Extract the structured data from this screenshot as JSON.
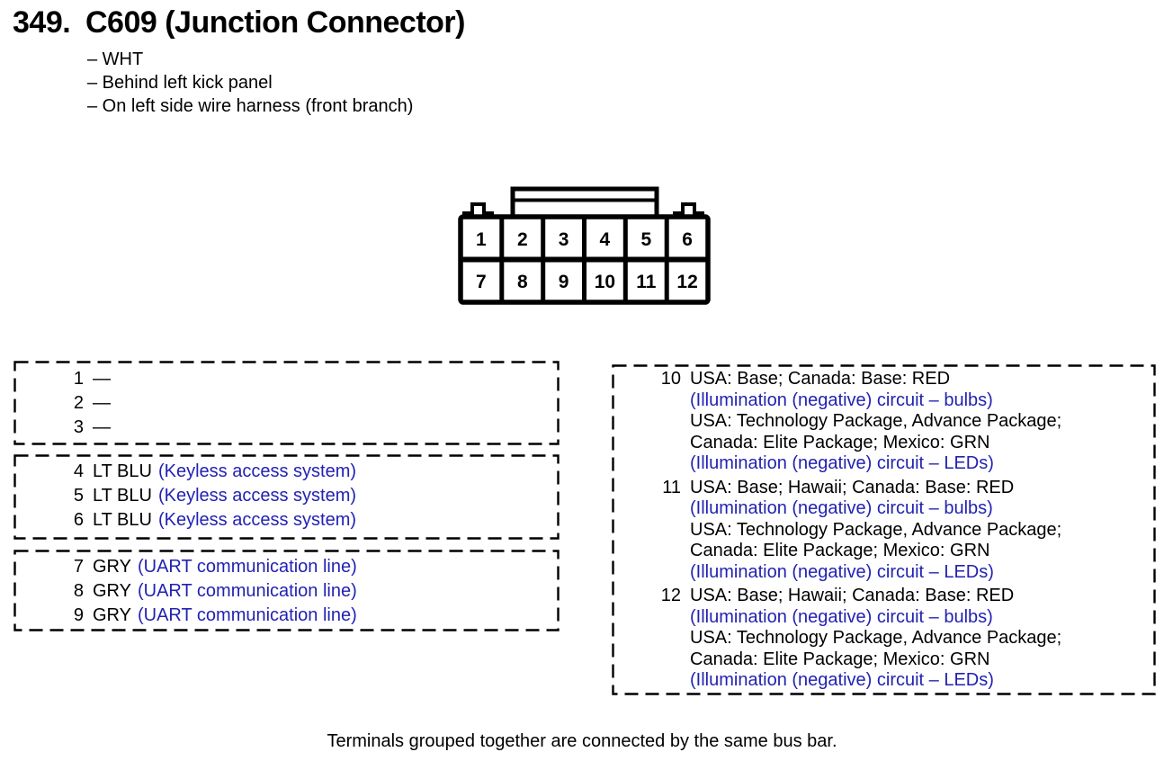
{
  "palette": {
    "ink": "#000000",
    "link_blue": "#2222B2",
    "paper": "#FFFFFF"
  },
  "header": {
    "index": "349.",
    "title": "C609 (Junction Connector)"
  },
  "details": {
    "items": [
      "– WHT",
      "– Behind left kick panel",
      "– On left side wire harness (front branch)"
    ]
  },
  "connector": {
    "rows": 2,
    "columns": 6,
    "pins": [
      "1",
      "2",
      "3",
      "4",
      "5",
      "6",
      "7",
      "8",
      "9",
      "10",
      "11",
      "12"
    ]
  },
  "left_groups": [
    {
      "rows": [
        {
          "pin": "1",
          "label": "—",
          "note": ""
        },
        {
          "pin": "2",
          "label": "—",
          "note": ""
        },
        {
          "pin": "3",
          "label": "—",
          "note": ""
        }
      ]
    },
    {
      "rows": [
        {
          "pin": "4",
          "label": "LT BLU",
          "note": "(Keyless access system)"
        },
        {
          "pin": "5",
          "label": "LT BLU",
          "note": "(Keyless access system)"
        },
        {
          "pin": "6",
          "label": "LT BLU",
          "note": "(Keyless access system)"
        }
      ]
    },
    {
      "rows": [
        {
          "pin": "7",
          "label": "GRY",
          "note": "(UART communication line)"
        },
        {
          "pin": "8",
          "label": "GRY",
          "note": "(UART communication line)"
        },
        {
          "pin": "9",
          "label": "GRY",
          "note": "(UART communication line)"
        }
      ]
    }
  ],
  "right_groups": [
    {
      "pin": "10",
      "lines": [
        {
          "text": "USA: Base; Canada: Base: RED",
          "color": "black"
        },
        {
          "text": "(Illumination (negative) circuit – bulbs)",
          "color": "blue"
        },
        {
          "text": "USA: Technology Package, Advance Package;",
          "color": "black"
        },
        {
          "text": "Canada: Elite Package; Mexico: GRN",
          "color": "black"
        },
        {
          "text": "(Illumination (negative) circuit – LEDs)",
          "color": "blue"
        }
      ]
    },
    {
      "pin": "11",
      "lines": [
        {
          "text": "USA: Base; Hawaii; Canada: Base: RED",
          "color": "black"
        },
        {
          "text": "(Illumination (negative) circuit – bulbs)",
          "color": "blue"
        },
        {
          "text": "USA: Technology Package, Advance Package;",
          "color": "black"
        },
        {
          "text": "Canada: Elite Package; Mexico: GRN",
          "color": "black"
        },
        {
          "text": "(Illumination (negative) circuit – LEDs)",
          "color": "blue"
        }
      ]
    },
    {
      "pin": "12",
      "lines": [
        {
          "text": "USA: Base; Hawaii; Canada: Base: RED",
          "color": "black"
        },
        {
          "text": "(Illumination (negative) circuit – bulbs)",
          "color": "blue"
        },
        {
          "text": "USA: Technology Package, Advance Package;",
          "color": "black"
        },
        {
          "text": "Canada: Elite Package; Mexico: GRN",
          "color": "black"
        },
        {
          "text": "(Illumination (negative) circuit – LEDs)",
          "color": "blue"
        }
      ]
    }
  ],
  "footnote": "Terminals grouped together are connected by the same bus bar."
}
